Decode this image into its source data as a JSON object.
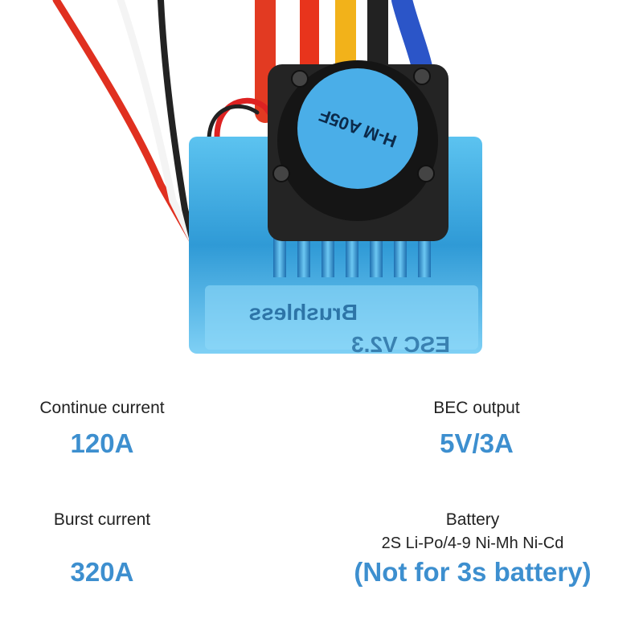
{
  "product_image": {
    "label_text": "Brushless",
    "model_text": "ESC V2.3",
    "fan_sticker_text": "H-M A05F",
    "body_color": "#3aa6dc",
    "fan_color": "#222222",
    "sticker_color": "#4aaee8"
  },
  "specs": {
    "continue_current": {
      "label": "Continue current",
      "value": "120A"
    },
    "bec_output": {
      "label": "BEC output",
      "value": "5V/3A"
    },
    "burst_current": {
      "label": "Burst current",
      "value": "320A"
    },
    "battery": {
      "label": "Battery",
      "detail": "2S Li-Po/4-9 Ni-Mh Ni-Cd",
      "note": "(Not for 3s battery)"
    }
  },
  "accent_color": "#3d8fcf"
}
